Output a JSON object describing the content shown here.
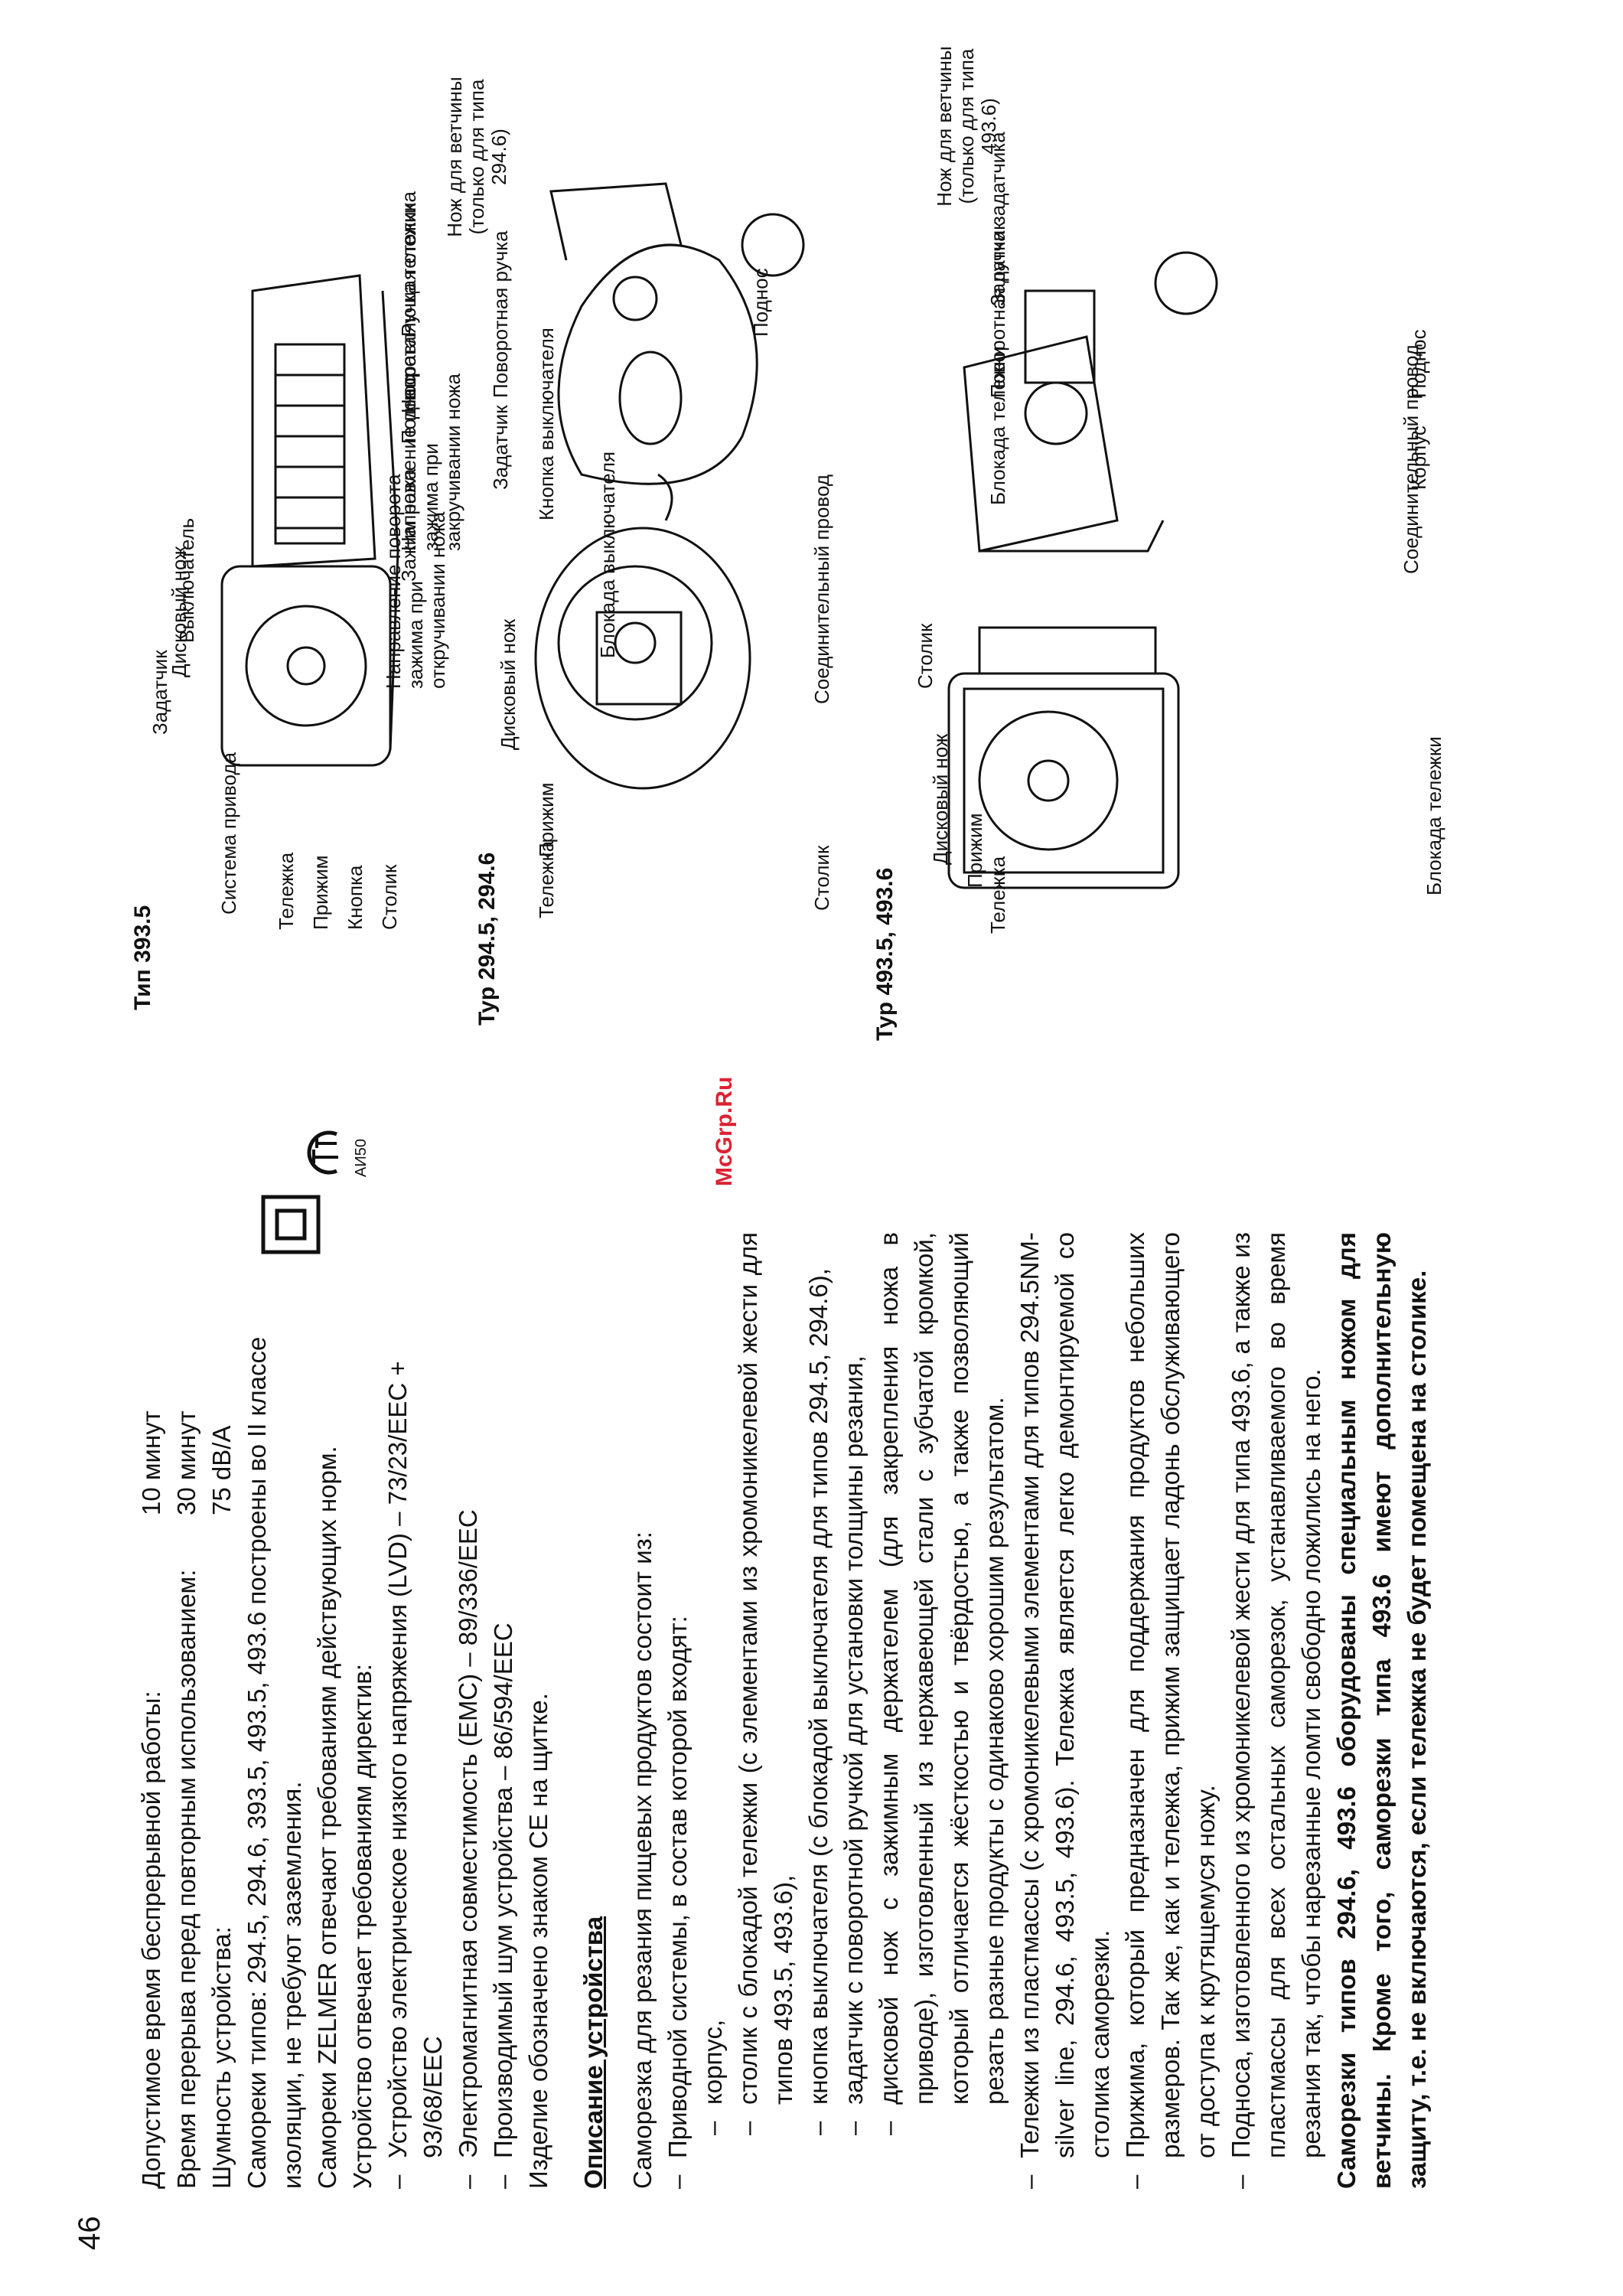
{
  "page_number": "46",
  "specs": [
    {
      "label": "Допустимое время беспрерывной работы:",
      "value": "10 минут"
    },
    {
      "label": "Время перерыва перед повторным использованием:",
      "value": "30 минут"
    },
    {
      "label": "Шумность устройства:",
      "value": "75 dB/A"
    }
  ],
  "intro": {
    "isolation": "Самореки типов: 294.5, 294.6, 393.5, 493.5, 493.6 построены во II классе изоляции, не требуют заземления.",
    "zelmer": "Самореки ZELMER отвечают требованиям действующих норм.",
    "directives_intro": "Устройство отвечает требованиям директив:",
    "directives": [
      "Устройство электрическое низкого напряжения (LVD) – 73/23/EEC + 93/68/EEC",
      "Электромагнитная совместимость (EMC) – 89/336/EEC",
      "Производимый шум устройства – 86/594/EEC"
    ],
    "ce_mark": "Изделие обозначено знаком CE на щитке."
  },
  "certification_mark": "АИ50",
  "description": {
    "heading": "Описание устройства",
    "lead": "Саморезка для резания пищевых продуктов состоит из:",
    "drive_system": "Приводной системы, в состав которой входят:",
    "components": [
      "корпус,",
      "столик с блокадой тележки (с элементами из хромоникелевой жести для типов 493.5, 493.6),",
      "кнопка выключателя (с блокадой выключателя для типов 294.5, 294.6),",
      "задатчик с поворотной ручкой для установки толщины резания,",
      "дисковой нож с зажимным держателем (для закрепления ножа в приводе), изготовленный из нержавеющей стали с зубчатой кромкой, который отличается жёсткостью и твёрдостью, а также позволяющий резать разные продукты с одинаково хорошим результатом."
    ],
    "items": [
      "Тележки из пластмассы (с хромоникелевыми элементами для типов 294.5NM-silver line, 294.6, 493.5, 493.6). Тележка является легко демонтируемой со столика саморезки.",
      "Прижима, который предназначен для поддержания продуктов небольших размеров. Так же, как и тележка, прижим защищает ладонь обслуживающего от доступа к крутящемуся ножу.",
      "Подноса, изготовленного из хромоникелевой жести для типа 493.6, а также из пластмассы для всех остальных саморезок, устанавливаемого во время резания так, чтобы нарезанные ломти свободно ложились на него."
    ],
    "bold_note": "Саморезки типов 294.6, 493.6 оборудованы специальным ножом для ветчины. Кроме того, саморезки типа 493.6 имеют дополнительную защиту, т.е. не включаются, если тележка не будет помещена на столике."
  },
  "watermark": "McGrp.Ru",
  "diagrams": {
    "type_393": {
      "title": "Тип 393.5",
      "labels": [
        "Система привода",
        "Задатчик",
        "Дисковый нож",
        "Выключатель",
        "Направление поворота зажима при откручивании ножа",
        "Зажим ножа",
        "Направление поворота зажима при закручивании ножа",
        "Поднос",
        "Направляющая столика",
        "Ручка тележки",
        "Тележка",
        "Прижим",
        "Кнопка",
        "Столик"
      ]
    },
    "type_294": {
      "title": "Typ 294.5, 294.6",
      "labels": [
        "Тележка",
        "Прижим",
        "Дисковый нож",
        "Блокада выключателя",
        "Кнопка выключателя",
        "Задатчик",
        "Поворотная ручка",
        "Нож для ветчины (только для типа 294.6)",
        "Поднос",
        "Соединительный провод",
        "Столик"
      ]
    },
    "type_493": {
      "title": "Typ 493.5, 493.6",
      "labels": [
        "Тележка",
        "Прижим",
        "Дисковый нож",
        "Столик",
        "Блокада тележки",
        "Соединительный провод",
        "Корпус",
        "Блокада тележки",
        "Поворотная ручка задатчика",
        "Задатчик",
        "Нож для ветчины (только для типа 493.6)",
        "Поднос",
        "Блокада тележки"
      ]
    }
  }
}
